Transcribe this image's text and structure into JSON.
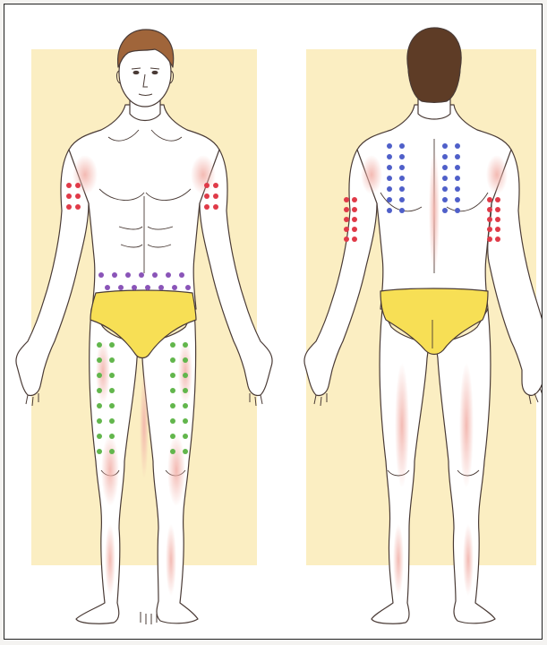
{
  "figure": {
    "views": [
      {
        "id": "front",
        "label": ""
      },
      {
        "id": "back",
        "label": ""
      }
    ],
    "colors": {
      "panel": "#fbeec2",
      "skin": "#ffffff",
      "skin_shade": "#f5c7bf",
      "outline": "#4a3b36",
      "hair_front": "#a0653a",
      "hair_back": "#5e3c26",
      "underwear": "#f7df55",
      "underwear_shade": "#e9bd2e"
    },
    "zones": [
      {
        "name": "upper-arm-front-left",
        "view": "front",
        "color": "#e03a48",
        "dots": 6
      },
      {
        "name": "upper-arm-front-right",
        "view": "front",
        "color": "#e03a48",
        "dots": 6
      },
      {
        "name": "abdomen",
        "view": "front",
        "color": "#8a54b8",
        "dots": 14
      },
      {
        "name": "thigh-left",
        "view": "front",
        "color": "#62b64c",
        "dots": 16
      },
      {
        "name": "thigh-right",
        "view": "front",
        "color": "#62b64c",
        "dots": 16
      },
      {
        "name": "upper-back-left",
        "view": "back",
        "color": "#4f5fc9",
        "dots": 14
      },
      {
        "name": "upper-back-right",
        "view": "back",
        "color": "#4f5fc9",
        "dots": 14
      },
      {
        "name": "upper-arm-back-left",
        "view": "back",
        "color": "#e03a48",
        "dots": 10
      },
      {
        "name": "upper-arm-back-right",
        "view": "back",
        "color": "#e03a48",
        "dots": 10
      }
    ]
  }
}
